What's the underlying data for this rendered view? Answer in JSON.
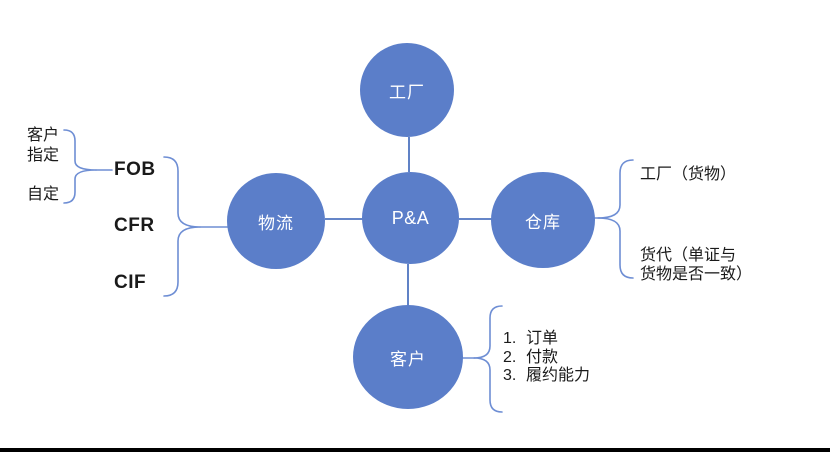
{
  "nodes": {
    "center": "P&A",
    "top": "工厂",
    "left": "物流",
    "right": "仓库",
    "bottom": "客户"
  },
  "left_branch": {
    "fob_sources": [
      "客户\n指定",
      "自定"
    ],
    "incoterms": [
      "FOB",
      "CFR",
      "CIF"
    ]
  },
  "right_branch": {
    "items": [
      "工厂（货物）",
      "货代（单证与\n货物是否一致）"
    ]
  },
  "bottom_branch": {
    "items": [
      {
        "num": "1.",
        "label": "订单"
      },
      {
        "num": "2.",
        "label": "付款"
      },
      {
        "num": "3.",
        "label": "履约能力"
      }
    ]
  },
  "colors": {
    "node_fill": "#5b7ec9",
    "node_text": "#ffffff",
    "connector": "#4f74c0",
    "brace": "#6e8ed4",
    "text": "#1a1a1a",
    "bottom_bar": "#000000"
  }
}
